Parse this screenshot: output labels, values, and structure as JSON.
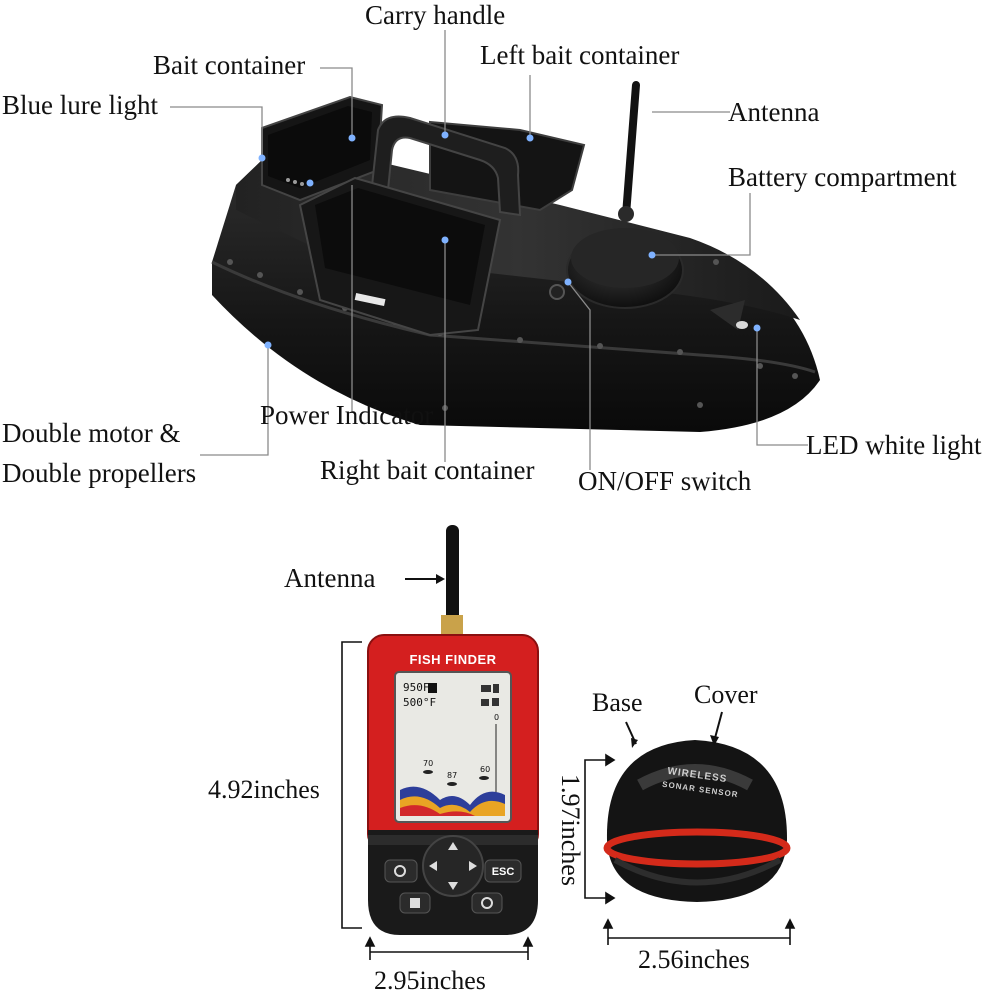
{
  "boat_labels": {
    "carry_handle": "Carry handle",
    "bait_container": "Bait container",
    "left_bait_container": "Left bait container",
    "blue_lure_light": "Blue lure light",
    "antenna": "Antenna",
    "battery_compartment": "Battery compartment",
    "double_motor_line1": "Double motor &",
    "double_motor_line2": "Double propellers",
    "power_indicator": "Power Indicator",
    "right_bait_container": "Right bait container",
    "on_off_switch": "ON/OFF switch",
    "led_white_light": "LED white light"
  },
  "finder_labels": {
    "antenna": "Antenna",
    "height": "4.92inches",
    "width": "2.95inches",
    "device_title": "FISH FINDER",
    "lcd_depth": "950Ft",
    "lcd_temp": "500°F",
    "lcd_depth_marker_1": "70",
    "lcd_depth_marker_2": "87",
    "lcd_depth_marker_3": "60",
    "lcd_scale_top": "0",
    "btn_esc": "ESC"
  },
  "sensor_labels": {
    "base": "Base",
    "cover": "Cover",
    "height": "1.97inches",
    "width": "2.56inches",
    "printed_line1": "WIRELESS",
    "printed_line2": "SONAR SENSOR"
  },
  "colors": {
    "boat_body": "#1b1b1b",
    "finder_red": "#d41f1f",
    "sensor_stripe": "#d42a1a",
    "callout_dot": "#7fb2ff"
  }
}
